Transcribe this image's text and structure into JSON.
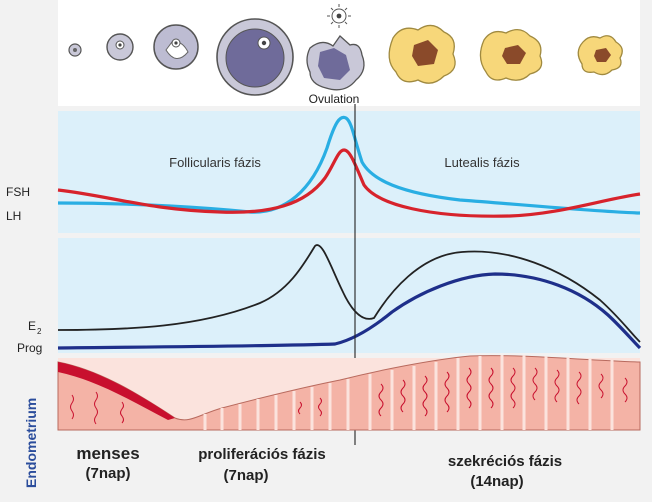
{
  "ovulation_label": "Ovulation",
  "phases": {
    "follicular": "Follicularis fázis",
    "luteal": "Lutealis fázis"
  },
  "hormones": {
    "fsh": "FSH",
    "lh": "LH",
    "e2": "E",
    "e2_subscript": "2",
    "prog": "Prog"
  },
  "endometrium_label": "Endometrium",
  "stages": {
    "menses": {
      "name": "menses",
      "duration": "(7nap)"
    },
    "proliferative": {
      "name": "proliferációs fázis",
      "duration": "(7nap)"
    },
    "secretory": {
      "name": "szekréciós fázis",
      "duration": "(14nap)"
    }
  },
  "colors": {
    "panel_bg": "#dcf0fa",
    "fsh": "#29aee3",
    "lh": "#d7232c",
    "e2": "#222222",
    "prog": "#1e2f8a",
    "endometrium": "#f4b3a6",
    "menses": "#c8102e",
    "label_blue": "#2b4d9c"
  }
}
